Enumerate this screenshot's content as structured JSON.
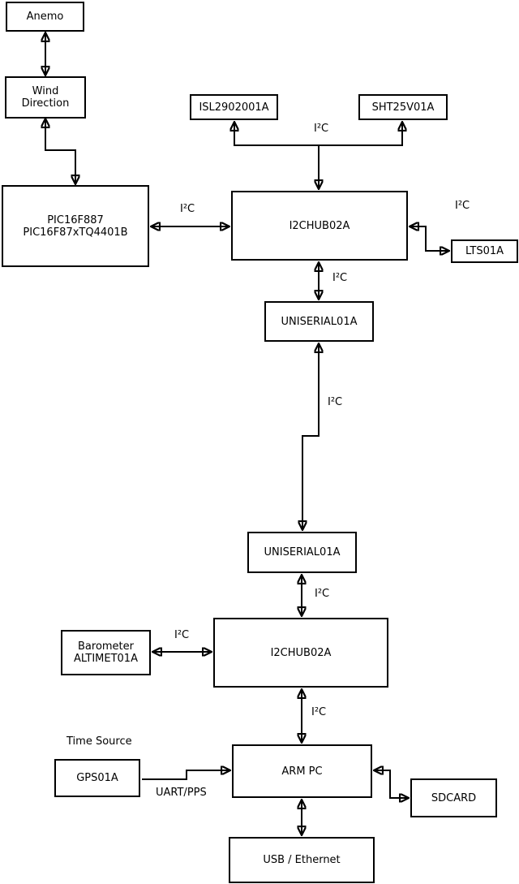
{
  "colors": {
    "line": "#000000",
    "box_fill": "#ffffff",
    "background": "#ffffff",
    "text": "#000000"
  },
  "boxes": {
    "anemo": {
      "lines": [
        "Anemo"
      ]
    },
    "wind_direction": {
      "lines": [
        "Wind",
        "Direction"
      ]
    },
    "pic": {
      "lines": [
        "PIC16F887",
        "PIC16F87xTQ4401B"
      ]
    },
    "isl2902001a": {
      "lines": [
        "ISL2902001A"
      ]
    },
    "sht25v01a": {
      "lines": [
        "SHT25V01A"
      ]
    },
    "i2chub_top": {
      "lines": [
        "I2CHUB02A"
      ]
    },
    "lts01a": {
      "lines": [
        "LTS01A"
      ]
    },
    "uniserial_top": {
      "lines": [
        "UNISERIAL01A"
      ]
    },
    "uniserial_bottom": {
      "lines": [
        "UNISERIAL01A"
      ]
    },
    "barometer": {
      "lines": [
        "Barometer",
        "ALTIMET01A"
      ]
    },
    "i2chub_bottom": {
      "lines": [
        "I2CHUB02A"
      ]
    },
    "gps01a": {
      "lines": [
        "GPS01A"
      ]
    },
    "arm_pc": {
      "lines": [
        "ARM PC"
      ]
    },
    "sdcard": {
      "lines": [
        "SDCARD"
      ]
    },
    "usb_ethernet": {
      "lines": [
        "USB / Ethernet"
      ]
    }
  },
  "edge_labels": {
    "i2c": "I²C",
    "time_source": "Time Source",
    "uart_pps": "UART/PPS"
  }
}
